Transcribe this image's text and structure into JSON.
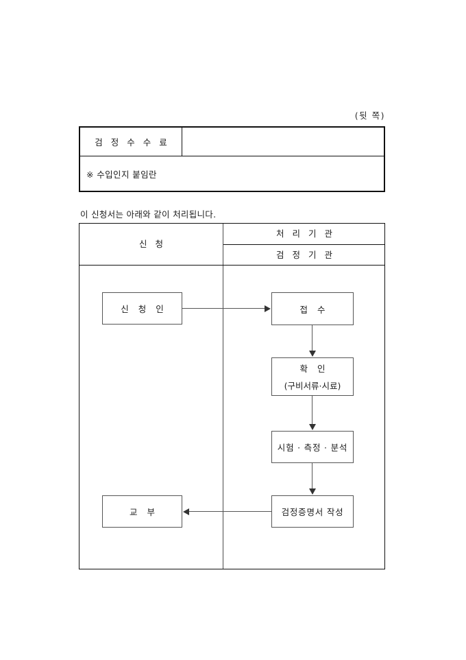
{
  "page": {
    "side_marker": "(뒷 쪽)"
  },
  "fee_table": {
    "fee_label": "검 정 수 수 료",
    "fee_value": "",
    "stamp_note": "※ 수입인지 붙임란"
  },
  "flow": {
    "caption": "이 신청서는 아래와 같이 처리됩니다.",
    "columns": {
      "application": "신     청",
      "processing_agency": "처 리 기 관",
      "inspection_agency": "검 정 기 관"
    },
    "nodes": {
      "applicant": "신 청 인",
      "receipt": "접     수",
      "confirm_main": "확     인",
      "confirm_sub": "(구비서류·시료)",
      "analysis": "시험 · 측정 · 분석",
      "certificate": "검정증명서 작성",
      "issue": "교     부"
    }
  }
}
